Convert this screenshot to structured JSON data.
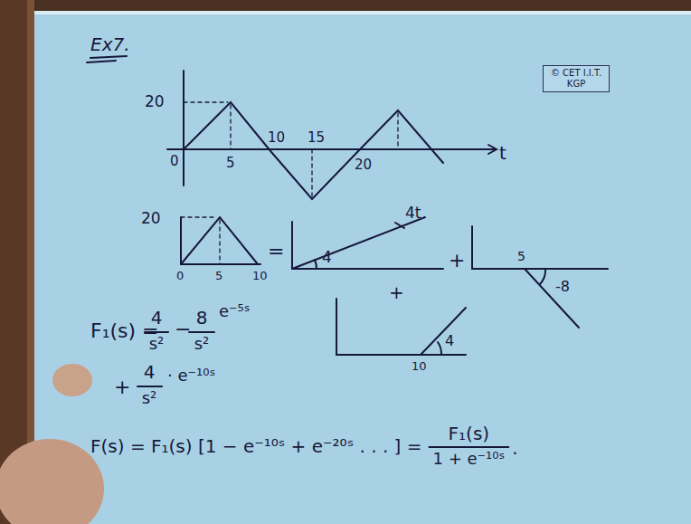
{
  "diagram": {
    "title": "Ex7.",
    "nodes": [
      {
        "text": [
          "© CET I.I.T. KGP"
        ]
      }
    ],
    "labels": [
      "20",
      "0",
      "5",
      "10",
      "15",
      "20",
      "t",
      "20",
      "0",
      "5",
      "10",
      "=",
      "4t",
      "4",
      "+",
      "5",
      "-8",
      "+",
      "10",
      "4",
      "F₁(s) =",
      "4",
      "s²",
      "−",
      "8",
      "s²",
      "e⁻⁵ˢ",
      "+",
      "4",
      "s²",
      "· e⁻¹⁰ˢ",
      "F(s) = F₁(s) [1 − e⁻¹⁰ˢ + e⁻²⁰ˢ . . . ] =",
      "F₁(s)",
      "1 + e⁻¹⁰ˢ",
      "."
    ]
  }
}
